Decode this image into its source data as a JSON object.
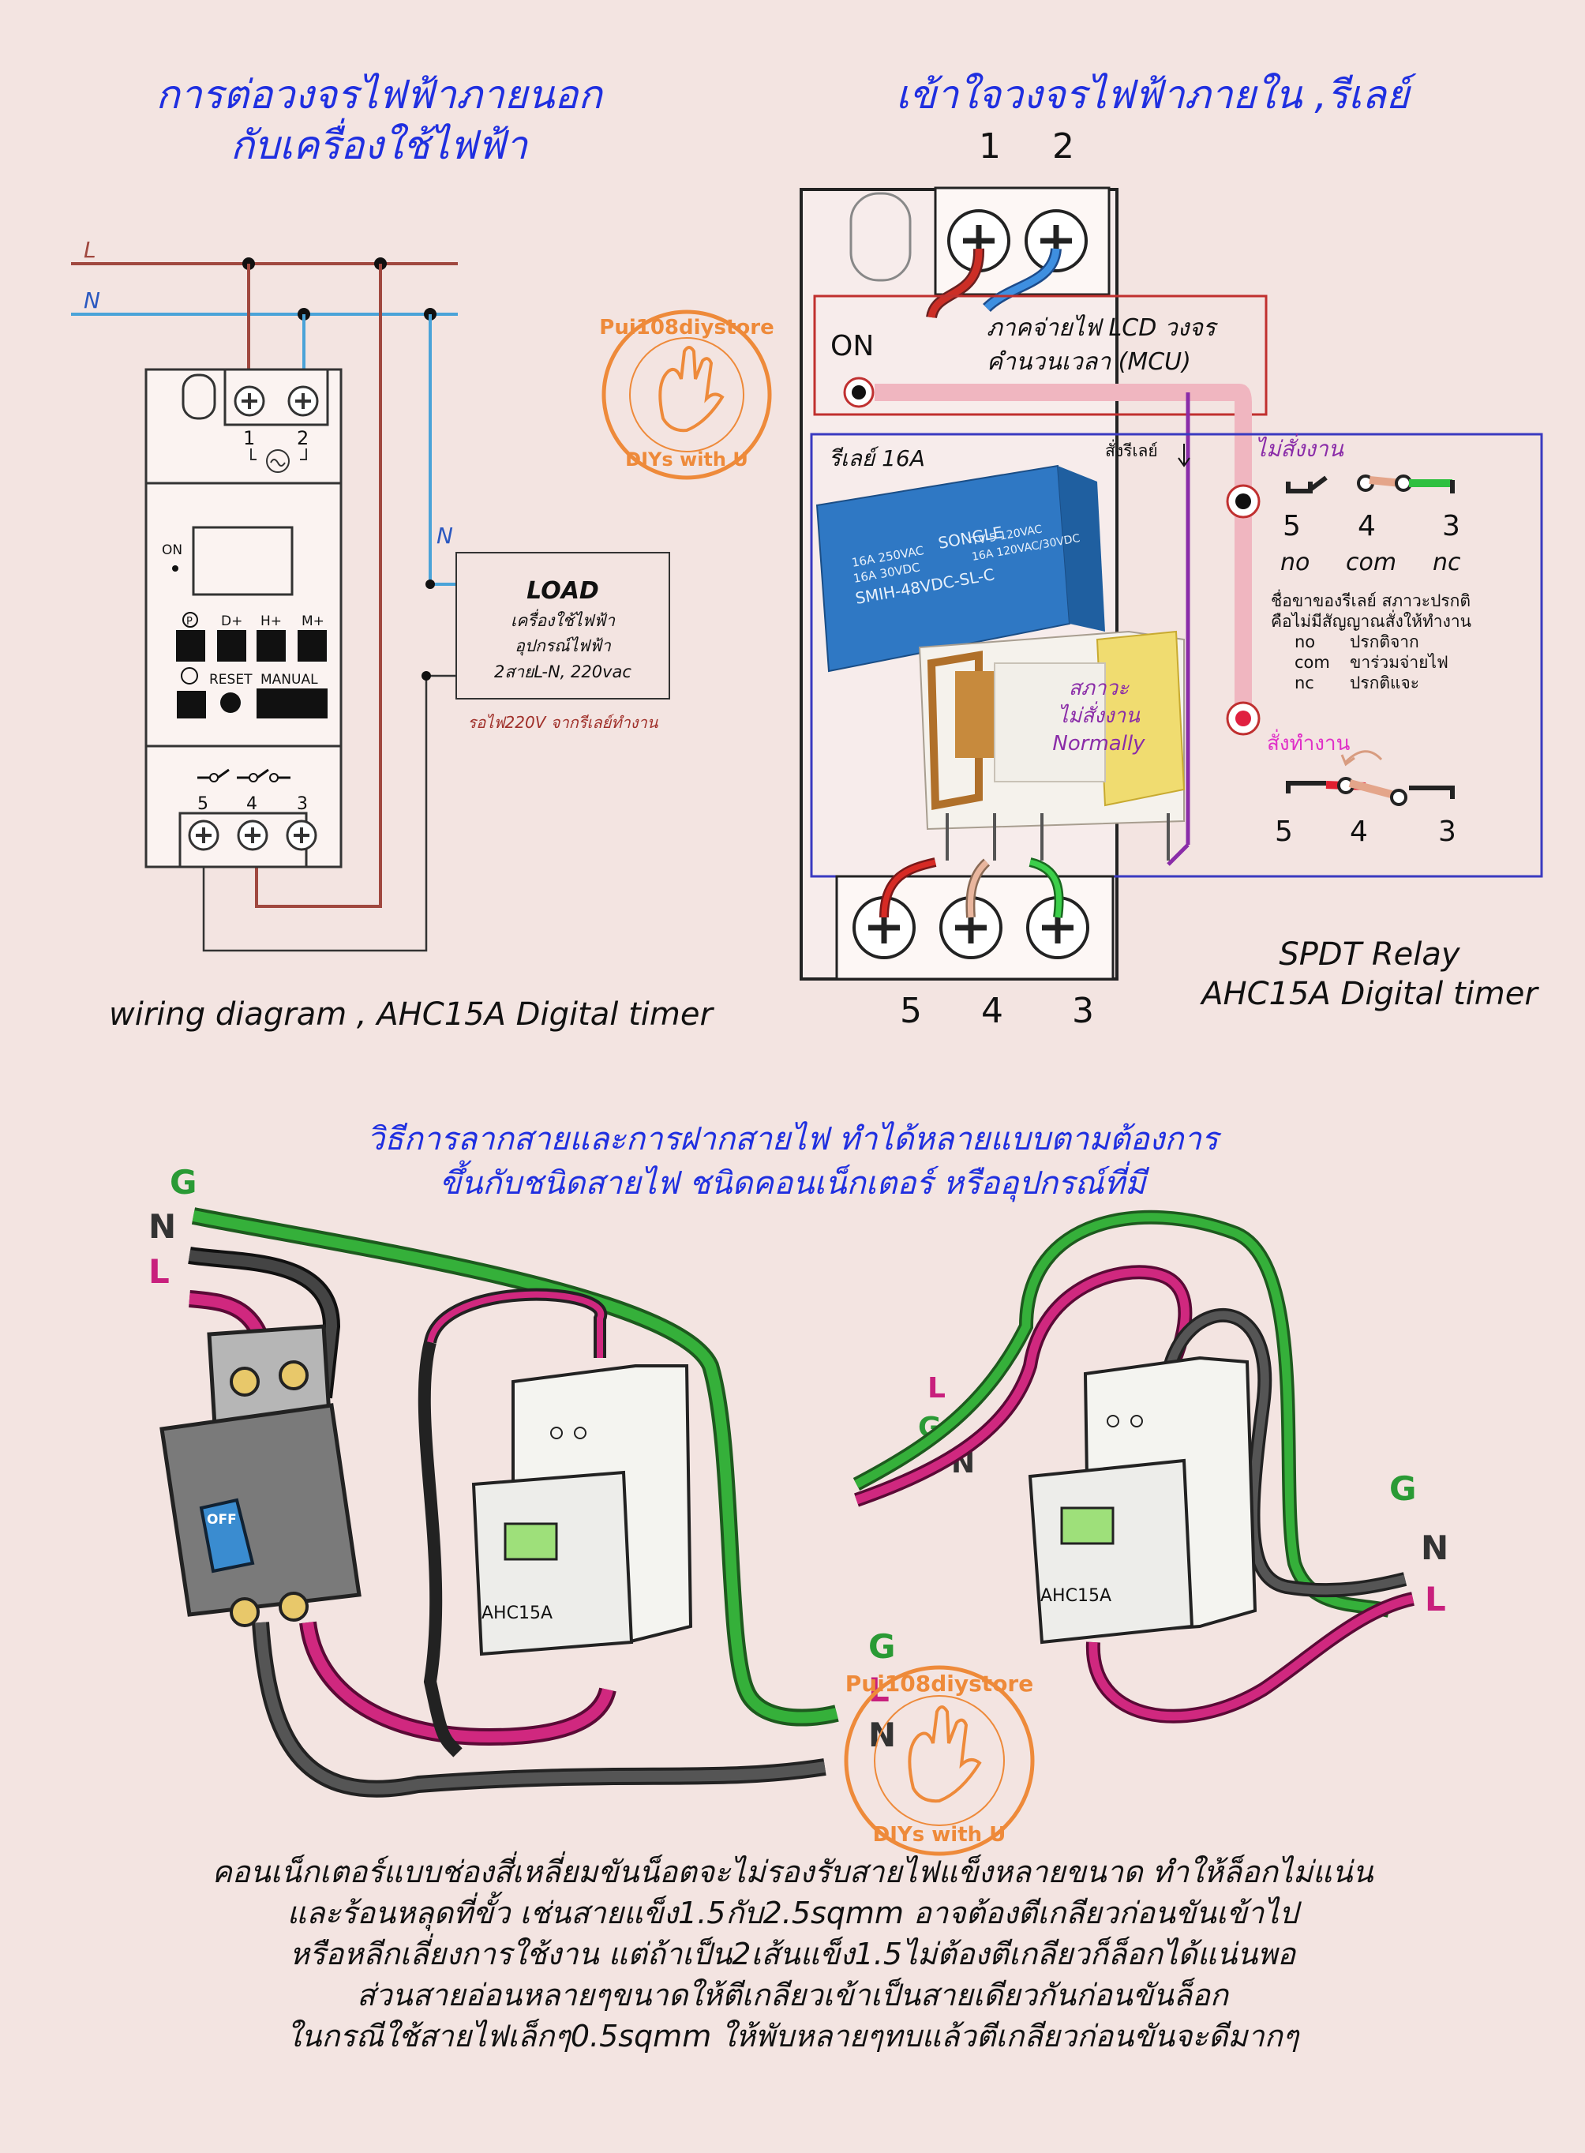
{
  "titles": {
    "external_line1": "การต่อวงจรไฟฟ้าภายนอก",
    "external_line2": "กับเครื่องใช้ไฟฟ้า",
    "internal": "เข้าใจวงจรไฟฟ้าภายใน ,รีเลย์",
    "method_line1": "วิธีการลากสายและการฝากสายไฟ ทำได้หลายแบบตามต้องการ",
    "method_line2": "ขึ้นกับชนิดสายไฟ ชนิดคอนเน็กเตอร์ หรืออุปกรณ์ที่มี"
  },
  "wiring": {
    "line_L": "L",
    "line_N": "N",
    "line_N2": "N",
    "terminal_1": "1",
    "terminal_2": "2",
    "on_label": "ON",
    "btn_p": "P",
    "btn_d": "D+",
    "btn_h": "H+",
    "btn_m": "M+",
    "btn_reset": "RESET",
    "btn_manual": "MANUAL",
    "terminal_5": "5",
    "terminal_4": "4",
    "terminal_3": "3",
    "load_title": "LOAD",
    "load_line1": "เครื่องใช้ไฟฟ้า",
    "load_line2": "อุปกรณ์ไฟฟ้า",
    "load_line3": "2สายL-N, 220vac",
    "waiting_note": "รอไฟ220V จากรีเลย์ทำงาน",
    "caption": "wiring diagram , AHC15A Digital timer"
  },
  "internal": {
    "top_num_1": "1",
    "top_num_2": "2",
    "on_label": "ON",
    "power_line1": "ภาคจ่ายไฟ   LCD  วงจร",
    "power_line2": "คำนวนเวลา  (MCU)",
    "relay_label": "รีเลย์ 16A",
    "relay_cmd": "สั่งรีเลย์",
    "idle_label": "ไม่สั่งงาน",
    "idle_n5": "5",
    "idle_n4": "4",
    "idle_n3": "3",
    "pin_no": "no",
    "pin_com": "com",
    "pin_nc": "nc",
    "explain1": "ชื่อขาของรีเลย์ สภาวะปรกติ",
    "explain2": "คือไม่มีสัญญาณสั่งให้ทำงาน",
    "explain3_k": "no",
    "explain3_v": "ปรกติจาก",
    "explain4_k": "com",
    "explain4_v": "ขาร่วมจ่ายไฟ",
    "explain5_k": "nc",
    "explain5_v": "ปรกติแจะ",
    "active_label": "สั่งทำงาน",
    "active_n5": "5",
    "active_n4": "4",
    "active_n3": "3",
    "state_line1": "สภาวะ",
    "state_line2": "ไม่สั่งงาน",
    "state_line3": "Normally",
    "relay_brand": "SONGLE",
    "relay_model": "SMIH-48VDC-SL-C",
    "relay_spec1": "16A 250VAC",
    "relay_spec2": "16A  30VDC",
    "relay_spec3": "TV-5 120VAC",
    "relay_spec4": "16A 120VAC/30VDC",
    "bottom_num_5": "5",
    "bottom_num_4": "4",
    "bottom_num_3": "3",
    "caption_line1": "SPDT Relay",
    "caption_line2": "AHC15A Digital timer"
  },
  "illustration": {
    "left_g": "G",
    "left_n": "N",
    "left_l": "L",
    "right_g": "G",
    "right_l": "L",
    "right_n": "N",
    "breaker_off": "OFF",
    "device_label_left": "AHC15A",
    "far_l": "L",
    "far_g": "G",
    "far_n": "N",
    "far_right_g": "G",
    "far_right_n": "N",
    "far_right_l": "L",
    "device_label_right": "AHC15A"
  },
  "logo": {
    "top_text": "Pui108diystore",
    "bottom_text": "DIYs with U"
  },
  "bottom_text": [
    "คอนเน็กเตอร์แบบช่องสี่เหลี่ยมขันน็อตจะไม่รองรับสายไฟแข็งหลายขนาด ทำให้ล็อกไม่แน่น",
    "และร้อนหลุดที่ขั้ว เช่นสายแข็ง1.5กับ2.5sqmm  อาจต้องตีเกลียวก่อนขันเข้าไป",
    "หรือหลีกเลี่ยงการใช้งาน  แต่ถ้าเป็น2เส้นแข็ง1.5ไม่ต้องตีเกลียวก็ล็อกได้แน่นพอ",
    "ส่วนสายอ่อนหลายๆขนาดให้ตีเกลียวเข้าเป็นสายเดียวกันก่อนขันล็อก",
    "ในกรณีใช้สายไฟเล็กๆ0.5sqmm ให้พับหลายๆทบแล้วตีเกลียวก่อนขันจะดีมากๆ"
  ],
  "colors": {
    "title_blue": "#1f2fe0",
    "wire_L": "#a0483f",
    "wire_N": "#4aa3d8",
    "wire_pink": "#f2b8c6",
    "wire_green": "#2a9a35",
    "wire_gray": "#3a3a3a",
    "wire_magenta": "#c8207d",
    "relay_blue": "#2f78c4",
    "box_red": "#c0302e",
    "box_blue": "#3a3ac0",
    "purple": "#8a2ca8",
    "logo_orange": "#ee8a3a"
  }
}
